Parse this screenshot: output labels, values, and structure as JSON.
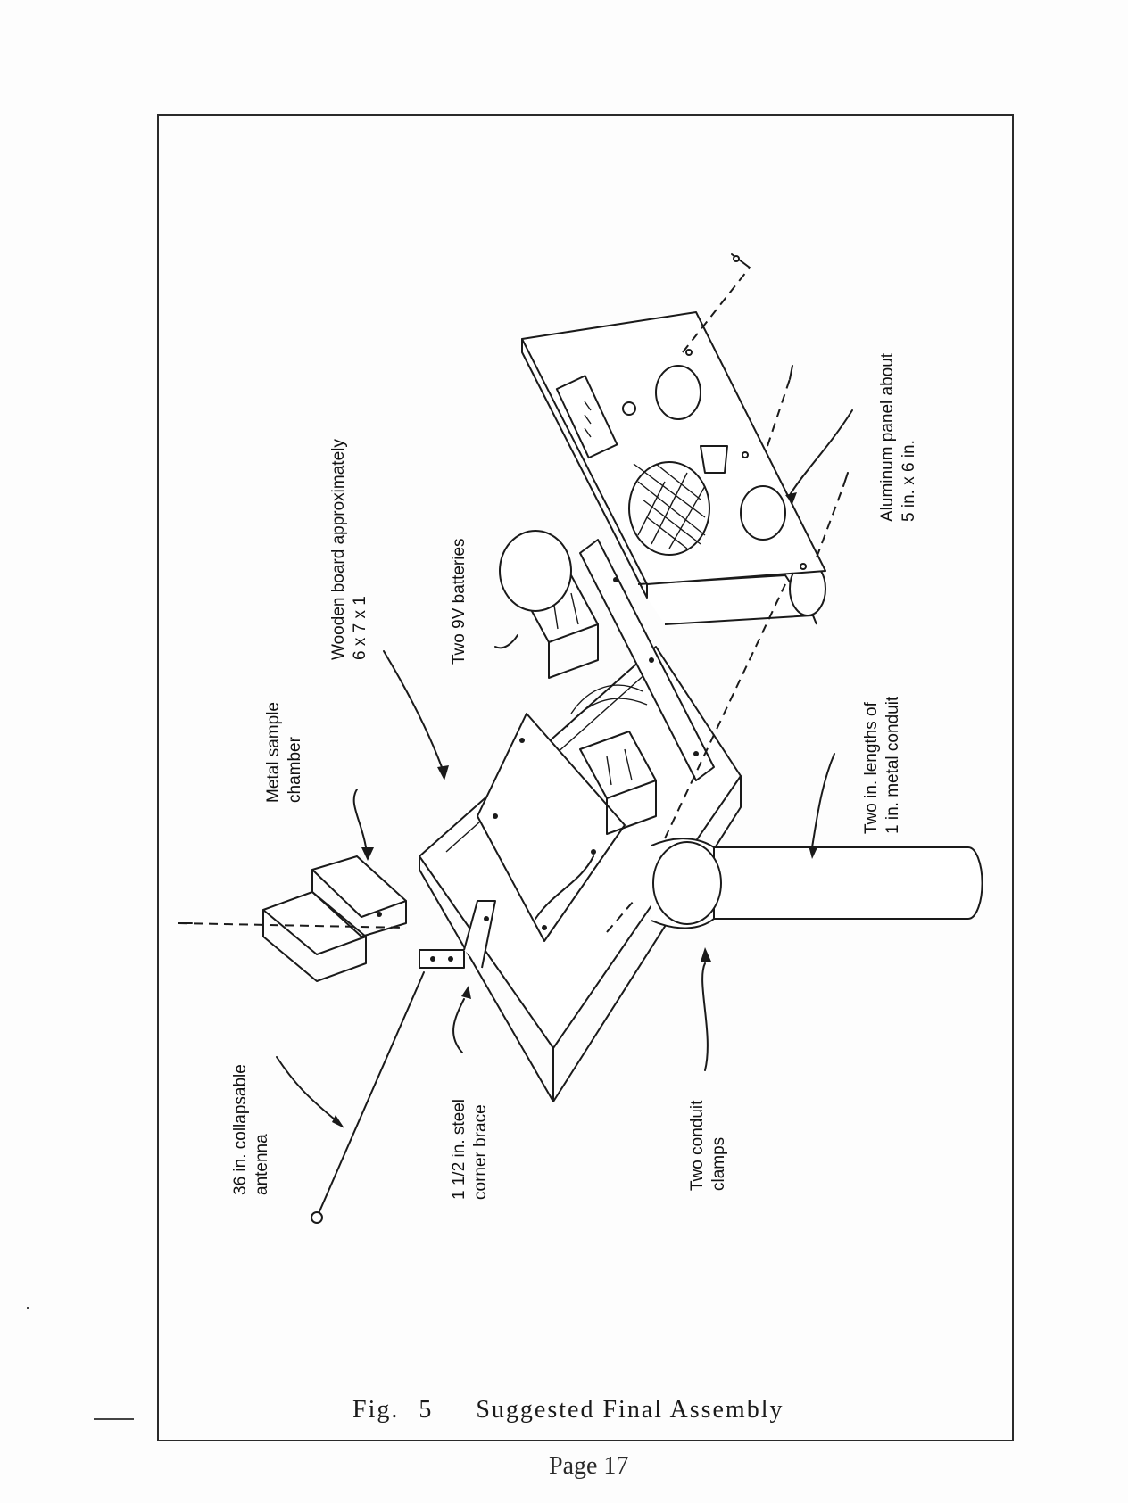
{
  "figure": {
    "caption_prefix": "Fig.",
    "caption_number": "5",
    "caption_title": "Suggested Final Assembly",
    "page_label": "Page 17"
  },
  "labels": {
    "antenna": [
      "36 in. collapsable",
      "antenna"
    ],
    "corner_brace": [
      "1 1/2 in. steel",
      "corner brace"
    ],
    "conduit_clamps": [
      "Two conduit",
      "clamps"
    ],
    "sample_chamber": [
      "Metal sample",
      "chamber"
    ],
    "wooden_board": [
      "Wooden board approximately",
      "6 x 7 x 1"
    ],
    "batteries": [
      "Two 9V batteries"
    ],
    "conduit_lengths": [
      "Two   in. lengths of",
      "1 in. metal conduit"
    ],
    "aluminum_panel": [
      "Aluminum panel about",
      "5 in. x 6 in."
    ]
  }
}
